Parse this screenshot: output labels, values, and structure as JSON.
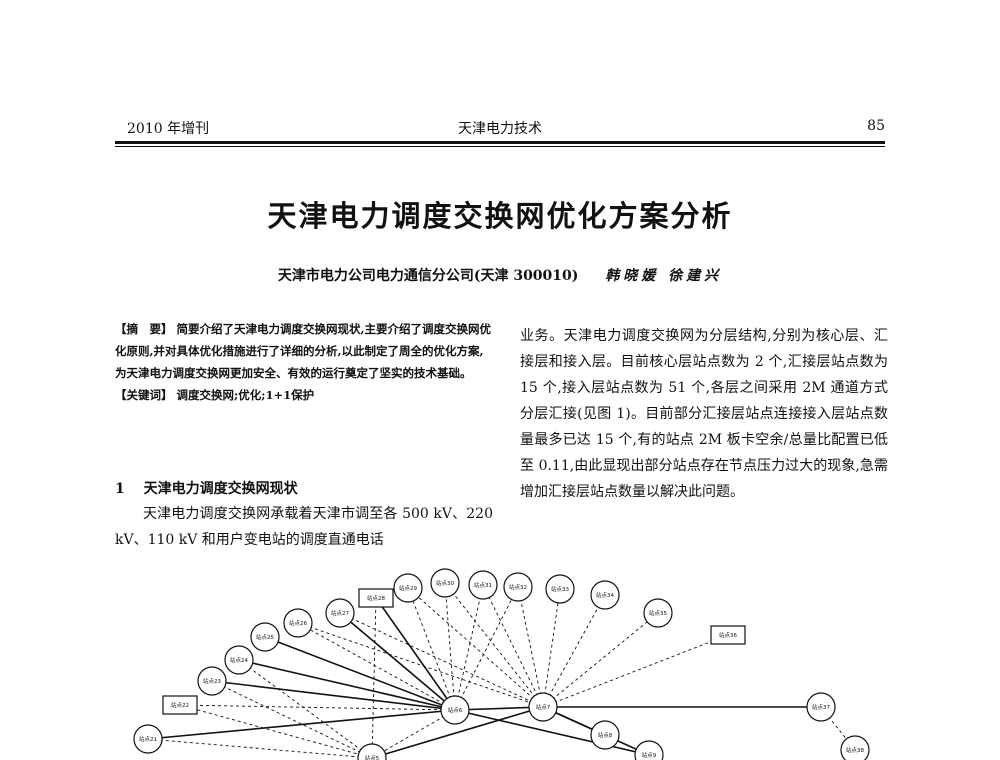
{
  "header": {
    "issue": "2010 年增刊",
    "journal": "天津电力技术",
    "page": "85"
  },
  "title": "天津电力调度交换网优化方案分析",
  "affiliation": "天津市电力公司电力通信分公司(天津 300010)",
  "authors": "韩晓媛  徐建兴",
  "abstract": {
    "tag": "【摘　要】",
    "text": "简要介绍了天津电力调度交换网现状,主要介绍了调度交换网优化原则,并对具体优化措施进行了详细的分析,以此制定了周全的优化方案,为天津电力调度交换网更加安全、有效的运行奠定了坚实的技术基础。",
    "keywords_tag": "【关键词】",
    "keywords": "调度交换网;优化;1+1保护"
  },
  "section1": {
    "number": "1",
    "heading": "天津电力调度交换网现状"
  },
  "body_left": "天津电力调度交换网承载着天津市调至各 500 kV、220 kV、110 kV 和用户变电站的调度直通电话",
  "body_right": "业务。天津电力调度交换网为分层结构,分别为核心层、汇接层和接入层。目前核心层站点数为 2 个,汇接层站点数为 15 个,接入层站点数为 51 个,各层之间采用 2M 通道方式分层汇接(见图 1)。目前部分汇接层站点连接接入层站点数量最多已达 15 个,有的站点 2M 板卡空余/总量比配置已低至 0.11,由此显现出部分站点存在节点压力过大的现象,急需增加汇接层站点数量以解决此问题。",
  "figure": {
    "nodes": [
      {
        "id": "n28",
        "label": "站点28",
        "shape": "rect"
      },
      {
        "id": "n29",
        "label": "站点29",
        "shape": "circle"
      },
      {
        "id": "n30",
        "label": "站点30",
        "shape": "circle"
      },
      {
        "id": "n31",
        "label": "站点31",
        "shape": "circle"
      },
      {
        "id": "n32",
        "label": "站点32",
        "shape": "circle"
      },
      {
        "id": "n33",
        "label": "站点33",
        "shape": "circle"
      },
      {
        "id": "n34",
        "label": "站点34",
        "shape": "circle"
      },
      {
        "id": "n35",
        "label": "站点35",
        "shape": "circle"
      },
      {
        "id": "n36",
        "label": "站点36",
        "shape": "rect"
      },
      {
        "id": "n27",
        "label": "站点27",
        "shape": "circle"
      },
      {
        "id": "n26",
        "label": "站点26",
        "shape": "circle"
      },
      {
        "id": "n25",
        "label": "站点25",
        "shape": "circle"
      },
      {
        "id": "n24",
        "label": "站点24",
        "shape": "circle"
      },
      {
        "id": "n23",
        "label": "站点23",
        "shape": "circle"
      },
      {
        "id": "n22",
        "label": "站点22",
        "shape": "rect"
      },
      {
        "id": "n21",
        "label": "站点21",
        "shape": "circle"
      },
      {
        "id": "n6",
        "label": "站点6",
        "shape": "circle"
      },
      {
        "id": "n7",
        "label": "站点7",
        "shape": "circle"
      },
      {
        "id": "n8",
        "label": "站点8",
        "shape": "circle"
      },
      {
        "id": "n9",
        "label": "站点9",
        "shape": "circle"
      },
      {
        "id": "n5",
        "label": "站点5",
        "shape": "circle"
      },
      {
        "id": "n37",
        "label": "站点37",
        "shape": "circle"
      },
      {
        "id": "n38",
        "label": "站点38",
        "shape": "circle"
      }
    ]
  }
}
